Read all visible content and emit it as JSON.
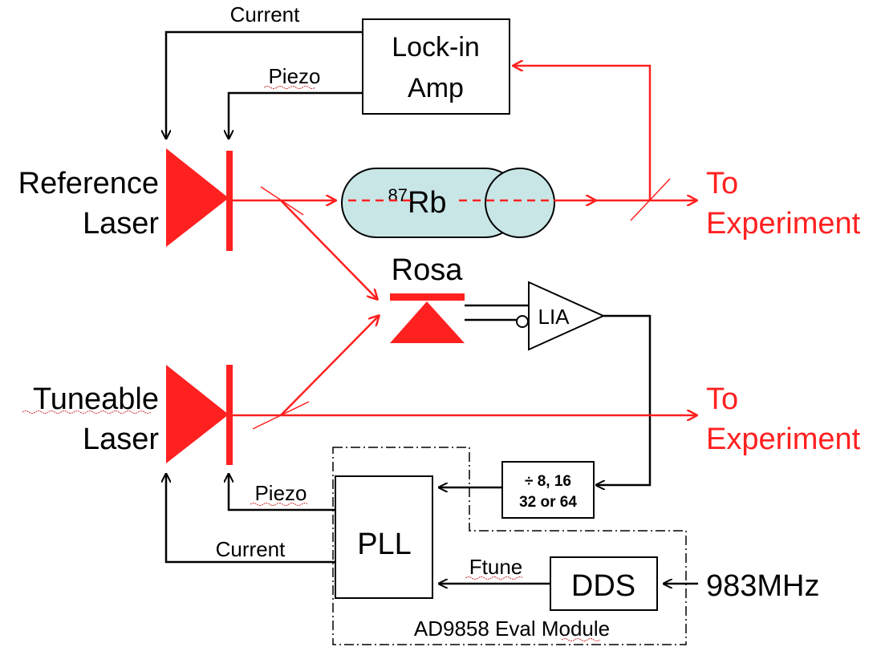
{
  "diagram": {
    "lockin": {
      "line1": "Lock-in",
      "line2": "Amp"
    },
    "top_current": "Current",
    "top_piezo": "Piezo",
    "ref_laser": {
      "line1": "Reference",
      "line2": "Laser"
    },
    "rb_cell": {
      "sup": "87",
      "text": "Rb"
    },
    "to_exp_top": {
      "line1": "To",
      "line2": "Experiment"
    },
    "rosa": "Rosa",
    "lia": "LIA",
    "tune_laser": {
      "line1": "Tuneable",
      "line2": "Laser"
    },
    "to_exp_bottom": {
      "line1": "To",
      "line2": "Experiment"
    },
    "divider": {
      "line1": "÷ 8, 16",
      "line2": "32 or 64"
    },
    "bottom_piezo": "Piezo",
    "bottom_current": "Current",
    "pll": "PLL",
    "ftune": "Ftune",
    "dds": "DDS",
    "input_freq": "983MHz",
    "eval_module": "AD9858 Eval Module"
  },
  "colors": {
    "laser_red": "#ff2020",
    "rb_fill": "#c8e6e6",
    "wire": "#000000"
  }
}
